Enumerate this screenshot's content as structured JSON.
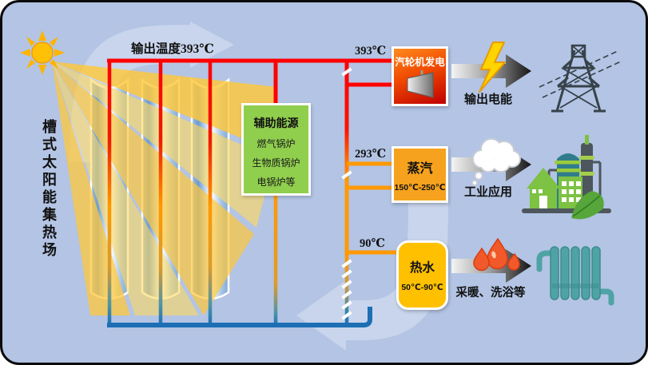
{
  "colors": {
    "background": "#B3C4E4",
    "flow_arrow": "#C9D5EC",
    "hot_pipe_red": "#FF0000",
    "warm_pipe_orange": "#FF9900",
    "cold_pipe_blue": "#1C6FB4",
    "aux_box_green": "#90CE4E",
    "turbine_box_red": "#D93400",
    "steam_box_orange": "#F6A21E",
    "hot_water_box_yellow": "#FFC000",
    "sun_yellow": "#FFC107"
  },
  "solar_field": {
    "label": "槽式太阳能集热场"
  },
  "output_pipe": {
    "label": "输出温度393℃"
  },
  "aux_energy": {
    "title": "辅助能源",
    "items": [
      "燃气锅炉",
      "生物质锅炉",
      "电锅炉等"
    ]
  },
  "branches": [
    {
      "temp": "393℃",
      "box_label": "汽轮机发电",
      "box_range": "",
      "caption": "输出电能",
      "flow_icon": "lightning-icon",
      "dest_icon": "transmission-tower-icon"
    },
    {
      "temp": "293℃",
      "box_label": "蒸汽",
      "box_range": "150℃-250℃",
      "caption": "工业应用",
      "flow_icon": "steam-cloud-icon",
      "dest_icon": "factory-icon"
    },
    {
      "temp": "90℃",
      "box_label": "热水",
      "box_range": "50℃-90℃",
      "caption": "采暖、洗浴等",
      "flow_icon": "water-drops-icon",
      "dest_icon": "radiator-icon"
    }
  ]
}
